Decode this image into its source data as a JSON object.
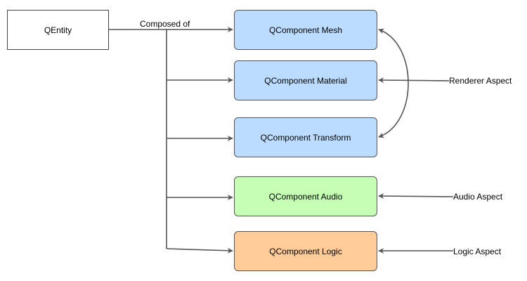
{
  "entity": {
    "label": "QEntity"
  },
  "relation": {
    "label": "Composed of"
  },
  "components": [
    {
      "label": "QComponent Mesh",
      "color": "#bcdcff"
    },
    {
      "label": "QComponent Material",
      "color": "#bcdcff"
    },
    {
      "label": "QComponent Transform",
      "color": "#bcdcff"
    },
    {
      "label": "QComponent Audio",
      "color": "#c4ffb4"
    },
    {
      "label": "QComponent Logic",
      "color": "#ffcb99"
    }
  ],
  "aspects": {
    "renderer": "Renderer Aspect",
    "audio": "Audio Aspect",
    "logic": "Logic Aspect"
  },
  "colors": {
    "line": "#555555"
  }
}
